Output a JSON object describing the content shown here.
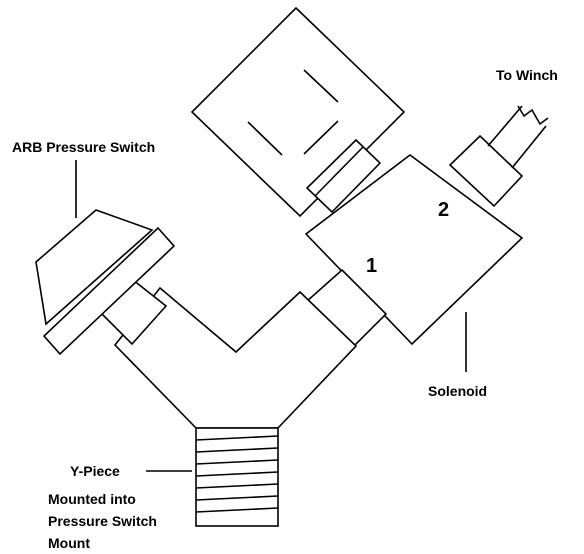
{
  "labels": {
    "to_winch": "To Winch",
    "arb_pressure_switch": "ARB Pressure Switch",
    "solenoid": "Solenoid",
    "port_1": "1",
    "port_2": "2",
    "y_piece": "Y-Piece",
    "mount_line_1": "Mounted into",
    "mount_line_2": "Pressure Switch",
    "mount_line_3": "Mount"
  },
  "colors": {
    "stroke": "#000000",
    "fill": "#ffffff",
    "text": "#000000"
  }
}
